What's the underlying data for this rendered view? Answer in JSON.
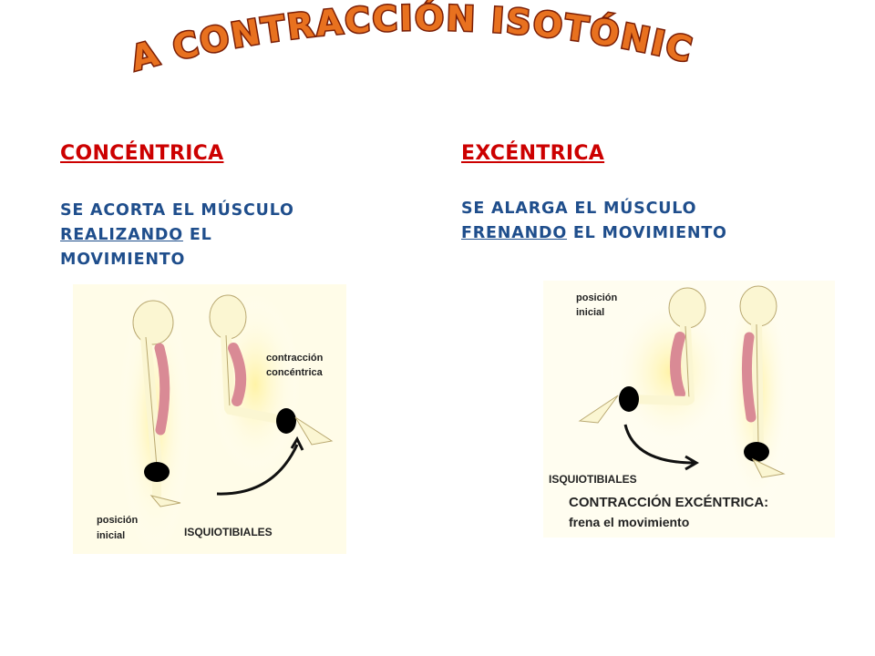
{
  "title": "LA CONTRACCIÓN ISOTÓNICA",
  "colors": {
    "title_fill": "#e8711f",
    "title_outline": "#7a1e06",
    "heading": "#cc0000",
    "body_text": "#1f4e8c",
    "bone": "#fbf6d2",
    "muscle": "#d98a95",
    "glow": "#fff3a6"
  },
  "concentric": {
    "heading": "CONCÉNTRICA",
    "line1": "SE ACORTA EL MÚSCULO",
    "line2_underlined": "REALIZANDO",
    "line2_rest": " EL",
    "line3": "MOVIMIENTO",
    "figure": {
      "label_contraction_1": "contracción",
      "label_contraction_2": "concéntrica",
      "label_initial_1": "posición",
      "label_initial_2": "inicial",
      "label_muscle": "ISQUIOTIBIALES"
    }
  },
  "eccentric": {
    "heading": "EXCÉNTRICA",
    "line1": "SE ALARGA EL MÚSCULO",
    "line2_underlined": "FRENANDO",
    "line2_rest": " EL MOVIMIENTO",
    "figure": {
      "label_initial_1": "posición",
      "label_initial_2": "inicial",
      "label_muscle": "ISQUIOTIBIALES",
      "label_contraction": "CONTRACCIÓN EXCÉNTRICA:",
      "label_brake": "frena el movimiento"
    }
  }
}
